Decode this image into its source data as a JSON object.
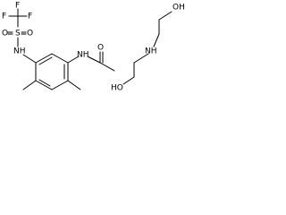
{
  "molecule_left": {
    "atoms": {
      "F_top": "F",
      "F_left": "F",
      "F_middle": "F",
      "C_CF3": "",
      "S": "S",
      "O_left": "O",
      "O_right": "O",
      "NH_sulfonamide": "NH",
      "NH_amide": "NH",
      "O_carbonyl": "O"
    }
  },
  "molecule_right": {
    "atoms": {
      "OH_top": "OH",
      "NH_center": "NH",
      "HO_bottom": "HO"
    }
  }
}
